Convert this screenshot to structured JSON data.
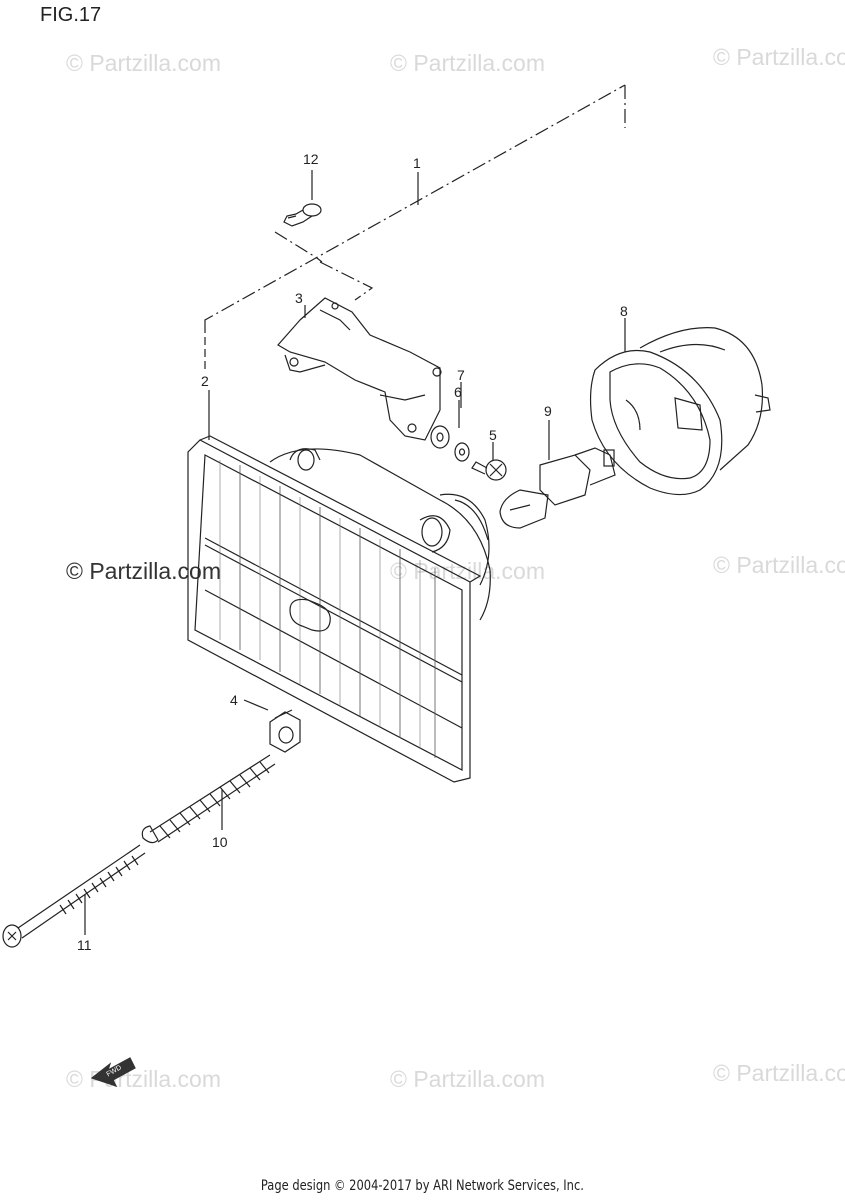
{
  "figure": {
    "title": "FIG.17"
  },
  "watermark": {
    "text": "© Partzilla.com",
    "copies": [
      "© Partzilla.com",
      "© Partzilla.com",
      "© Partzilla.com",
      "© Partzilla.com",
      "© Partzilla.com",
      "© Partzilla.com",
      "© Partzilla.com",
      "© Partzilla.com"
    ],
    "featured": "© Partzilla.com"
  },
  "callouts": [
    "1",
    "2",
    "3",
    "4",
    "5",
    "6",
    "7",
    "8",
    "9",
    "10",
    "11",
    "12"
  ],
  "fwd_label": "FWD",
  "footer": {
    "text": "Page design © 2004-2017 by ARI Network Services, Inc."
  }
}
